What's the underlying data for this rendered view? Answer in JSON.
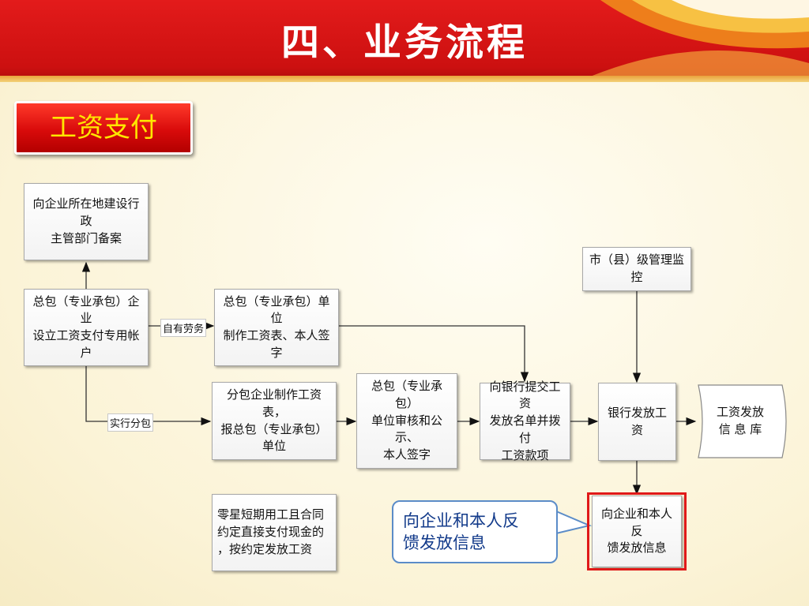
{
  "page": {
    "title": "四、业务流程",
    "section": "工资支付"
  },
  "nodes": {
    "register": "向企业所在地建设行政\n主管部门备案",
    "open_account": "总包（专业承包）企业\n设立工资支付专用帐户",
    "prepare_payroll": "总包（专业承包）单位\n制作工资表、本人签字",
    "monitor": "市（县）级管理监控",
    "sub_payroll": "分包企业制作工资表，\n报总包（专业承包）\n单位",
    "review": "总包（专业承包）\n单位审核和公示、\n本人签字",
    "submit_bank": "向银行提交工资\n发放名单并拨付\n工资款项",
    "bank_pay": "银行发放工资",
    "database": "工资发放\n信 息 库",
    "feedback": "向企业和本人反\n馈发放信息",
    "casual": "零星短期用工且合同\n约定直接支付现金的\n，按约定发放工资"
  },
  "edge_labels": {
    "own_labor": "自有劳务",
    "subcontract": "实行分包"
  },
  "callout": {
    "text": "向企业和本人反\n馈发放信息"
  },
  "colors": {
    "header_red": "#d41515",
    "badge_text": "#ffe600",
    "callout_border": "#5b8cc8",
    "highlight": "#e01919"
  }
}
